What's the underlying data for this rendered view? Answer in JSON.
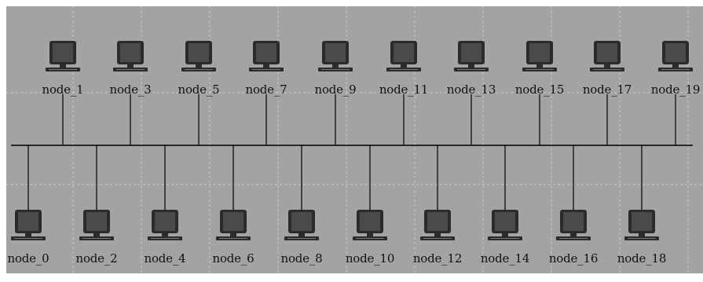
{
  "diagram": {
    "top_nodes": [
      "node_1",
      "node_3",
      "node_5",
      "node_7",
      "node_9",
      "node_11",
      "node_13",
      "node_15",
      "node_17",
      "node_19"
    ],
    "bottom_nodes": [
      "node_0",
      "node_2",
      "node_4",
      "node_6",
      "node_8",
      "node_10",
      "node_12",
      "node_14",
      "node_16",
      "node_18"
    ],
    "node_icon": "desktop-computer-icon",
    "colors": {
      "background": "#a3a3a3",
      "grid": "#c9c9c9",
      "bus": "#000000",
      "monitor_body": "#2b2b2b",
      "screen": "#4a4a4a"
    }
  }
}
